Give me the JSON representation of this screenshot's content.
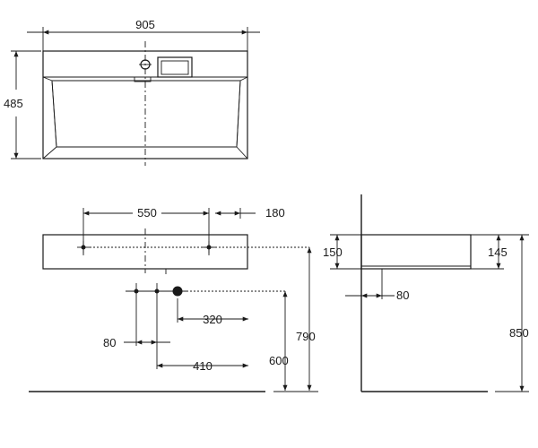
{
  "top_view": {
    "width_label": "905",
    "depth_label": "485"
  },
  "front_view": {
    "hole_spacing_label": "550",
    "hole_offset_label": "180",
    "trap_offset_label": "320",
    "pipe_spacing_label": "80",
    "pipe_offset_label": "410",
    "pipe_height_label": "600",
    "basin_height_label": "790"
  },
  "side_view": {
    "wall_thickness_label": "150",
    "rim_thickness_label": "145",
    "drain_offset_label": "80",
    "total_height_label": "850"
  }
}
